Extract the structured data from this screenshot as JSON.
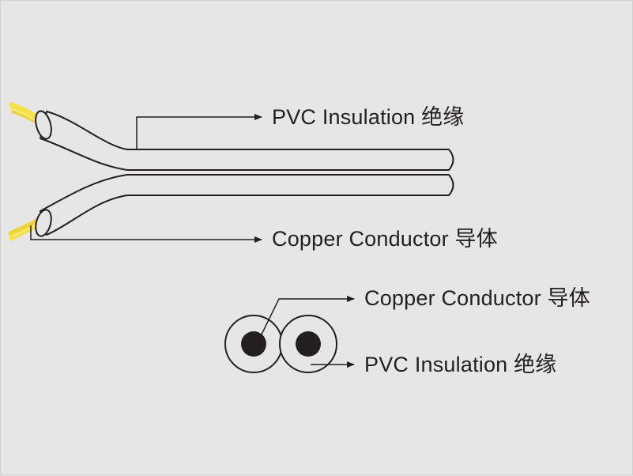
{
  "labels": {
    "side_insulation": "PVC Insulation 绝缘",
    "side_conductor": "Copper Conductor 导体",
    "cross_conductor": "Copper Conductor 导体",
    "cross_insulation": "PVC Insulation 绝缘"
  },
  "colors": {
    "background": "#e6e6e6",
    "jacket": "#e6e6e6",
    "outline": "#231f20",
    "conductor_copper": "#f5e14a",
    "conductor_section": "#231f20"
  }
}
